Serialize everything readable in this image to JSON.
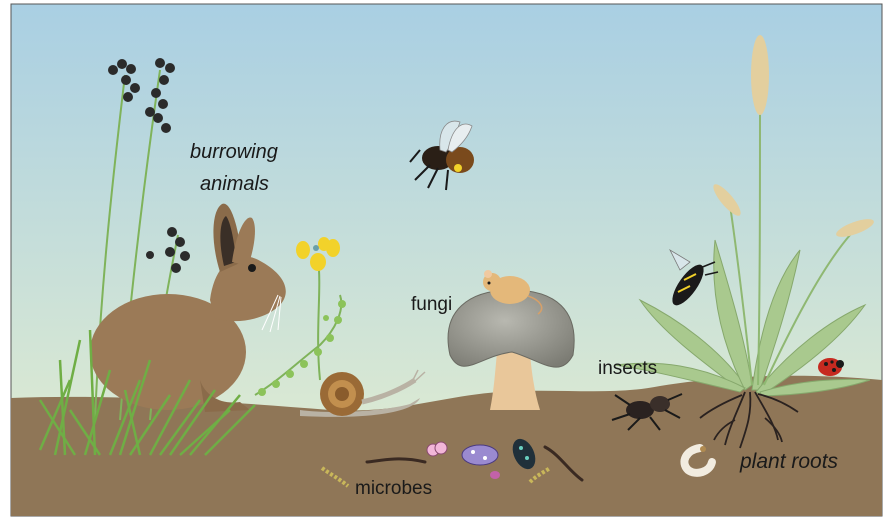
{
  "labels": {
    "burrowing_line1": "burrowing",
    "burrowing_line2": "animals",
    "fungi": "fungi",
    "insects": "insects",
    "microbes": "microbes",
    "plant_roots": "plant roots"
  },
  "colors": {
    "sky_top": "#a9cfe3",
    "sky_bottom": "#e6efcf",
    "soil": "#8f7657",
    "hare": "#9b7a57",
    "mushroom_cap": "#9a9a92",
    "grass": "#6fae45",
    "plantain": "#a9c98e"
  },
  "icons": {
    "hare": "hare-icon",
    "bee": "bee-icon",
    "mouse": "mouse-icon",
    "mushroom": "mushroom-icon",
    "snail": "snail-icon",
    "fly": "fly-icon",
    "ant": "ant-icon",
    "ladybird": "ladybird-icon",
    "grub": "grub-icon",
    "worm": "earthworm-icon"
  }
}
